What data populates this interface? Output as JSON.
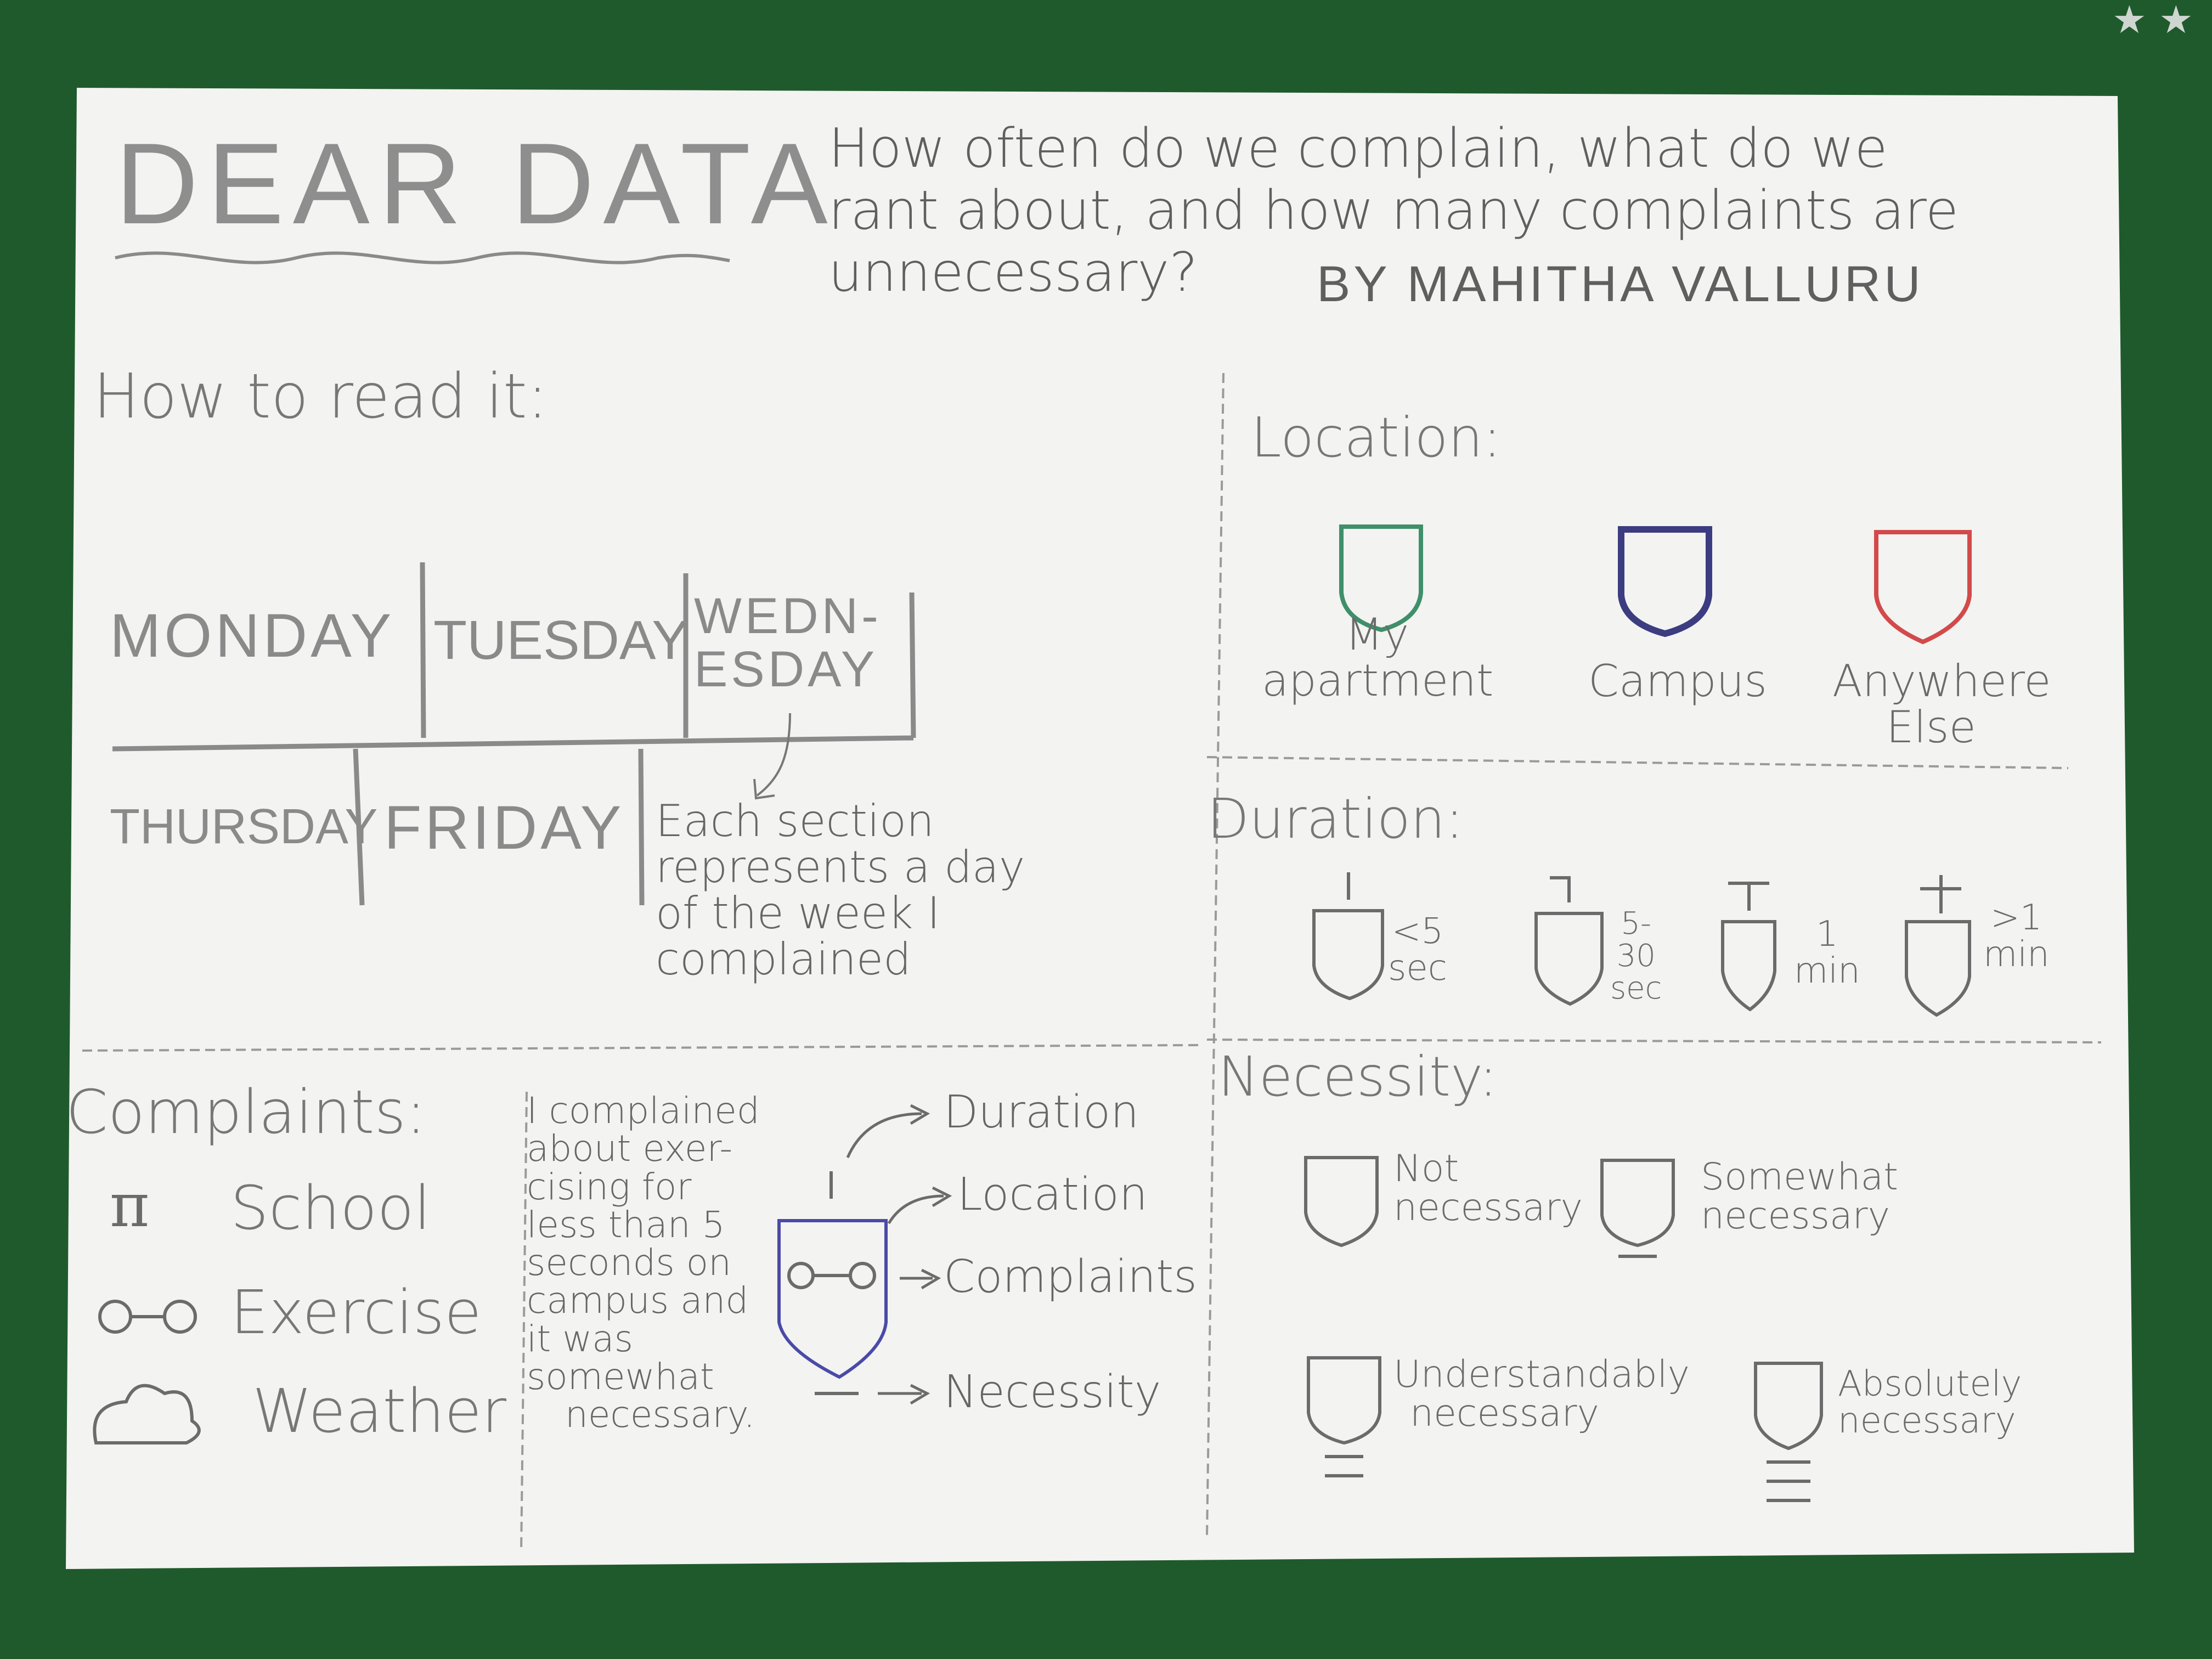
{
  "header": {
    "title": "DEAR DATA",
    "question_lines": [
      "How often do we complain, what do we",
      "rant about, and how many complaints are",
      "unnecessary?"
    ],
    "author": "BY MAHITHA VALLURU"
  },
  "how_to_read": {
    "heading": "How to read it:",
    "days": {
      "monday": "MONDAY",
      "tuesday": "TUESDAY",
      "wednesday": [
        "WEDN-",
        "ESDAY"
      ],
      "thursday": "THURSDAY",
      "friday": "FRIDAY"
    },
    "note_lines": [
      "Each section",
      "represents a day",
      "of the week I",
      "complained"
    ]
  },
  "complaints": {
    "heading": "Complaints:",
    "items": [
      {
        "icon": "pi-icon",
        "label": "School"
      },
      {
        "icon": "dumbbell-icon",
        "label": "Exercise"
      },
      {
        "icon": "cloud-icon",
        "label": "Weather"
      }
    ]
  },
  "example": {
    "text_lines": [
      "I complained",
      "about exer-",
      "cising for",
      "less than 5",
      "seconds on",
      "campus and",
      "it was",
      "somewhat",
      "necessary."
    ],
    "callouts": [
      "Duration",
      "Location",
      "Complaints",
      "Necessity"
    ],
    "shield_color": "#4a4aa8"
  },
  "location": {
    "heading": "Location:",
    "items": [
      {
        "lines": [
          "My",
          "apartment"
        ],
        "color": "#3e8f6a"
      },
      {
        "lines": [
          "Campus"
        ],
        "color": "#3c3c80"
      },
      {
        "lines": [
          "Anywhere",
          "Else"
        ],
        "color": "#d24a4a"
      }
    ]
  },
  "duration": {
    "heading": "Duration:",
    "items": [
      {
        "lines": [
          "<5",
          "sec"
        ]
      },
      {
        "lines": [
          "5-",
          "30",
          "sec"
        ]
      },
      {
        "lines": [
          "1",
          "min"
        ]
      },
      {
        "lines": [
          ">1",
          "min"
        ]
      }
    ]
  },
  "necessity": {
    "heading": "Necessity:",
    "items": [
      {
        "lines": [
          "Not",
          "necessary"
        ],
        "bars": 0
      },
      {
        "lines": [
          "Somewhat",
          "necessary"
        ],
        "bars": 1
      },
      {
        "lines": [
          "Understandably",
          "necessary"
        ],
        "bars": 2
      },
      {
        "lines": [
          "Absolutely",
          "necessary"
        ],
        "bars": 3
      }
    ]
  },
  "colors": {
    "background": "#1f5a2c",
    "card": "#f3f3f1",
    "pencil": "#6b6b6b"
  }
}
